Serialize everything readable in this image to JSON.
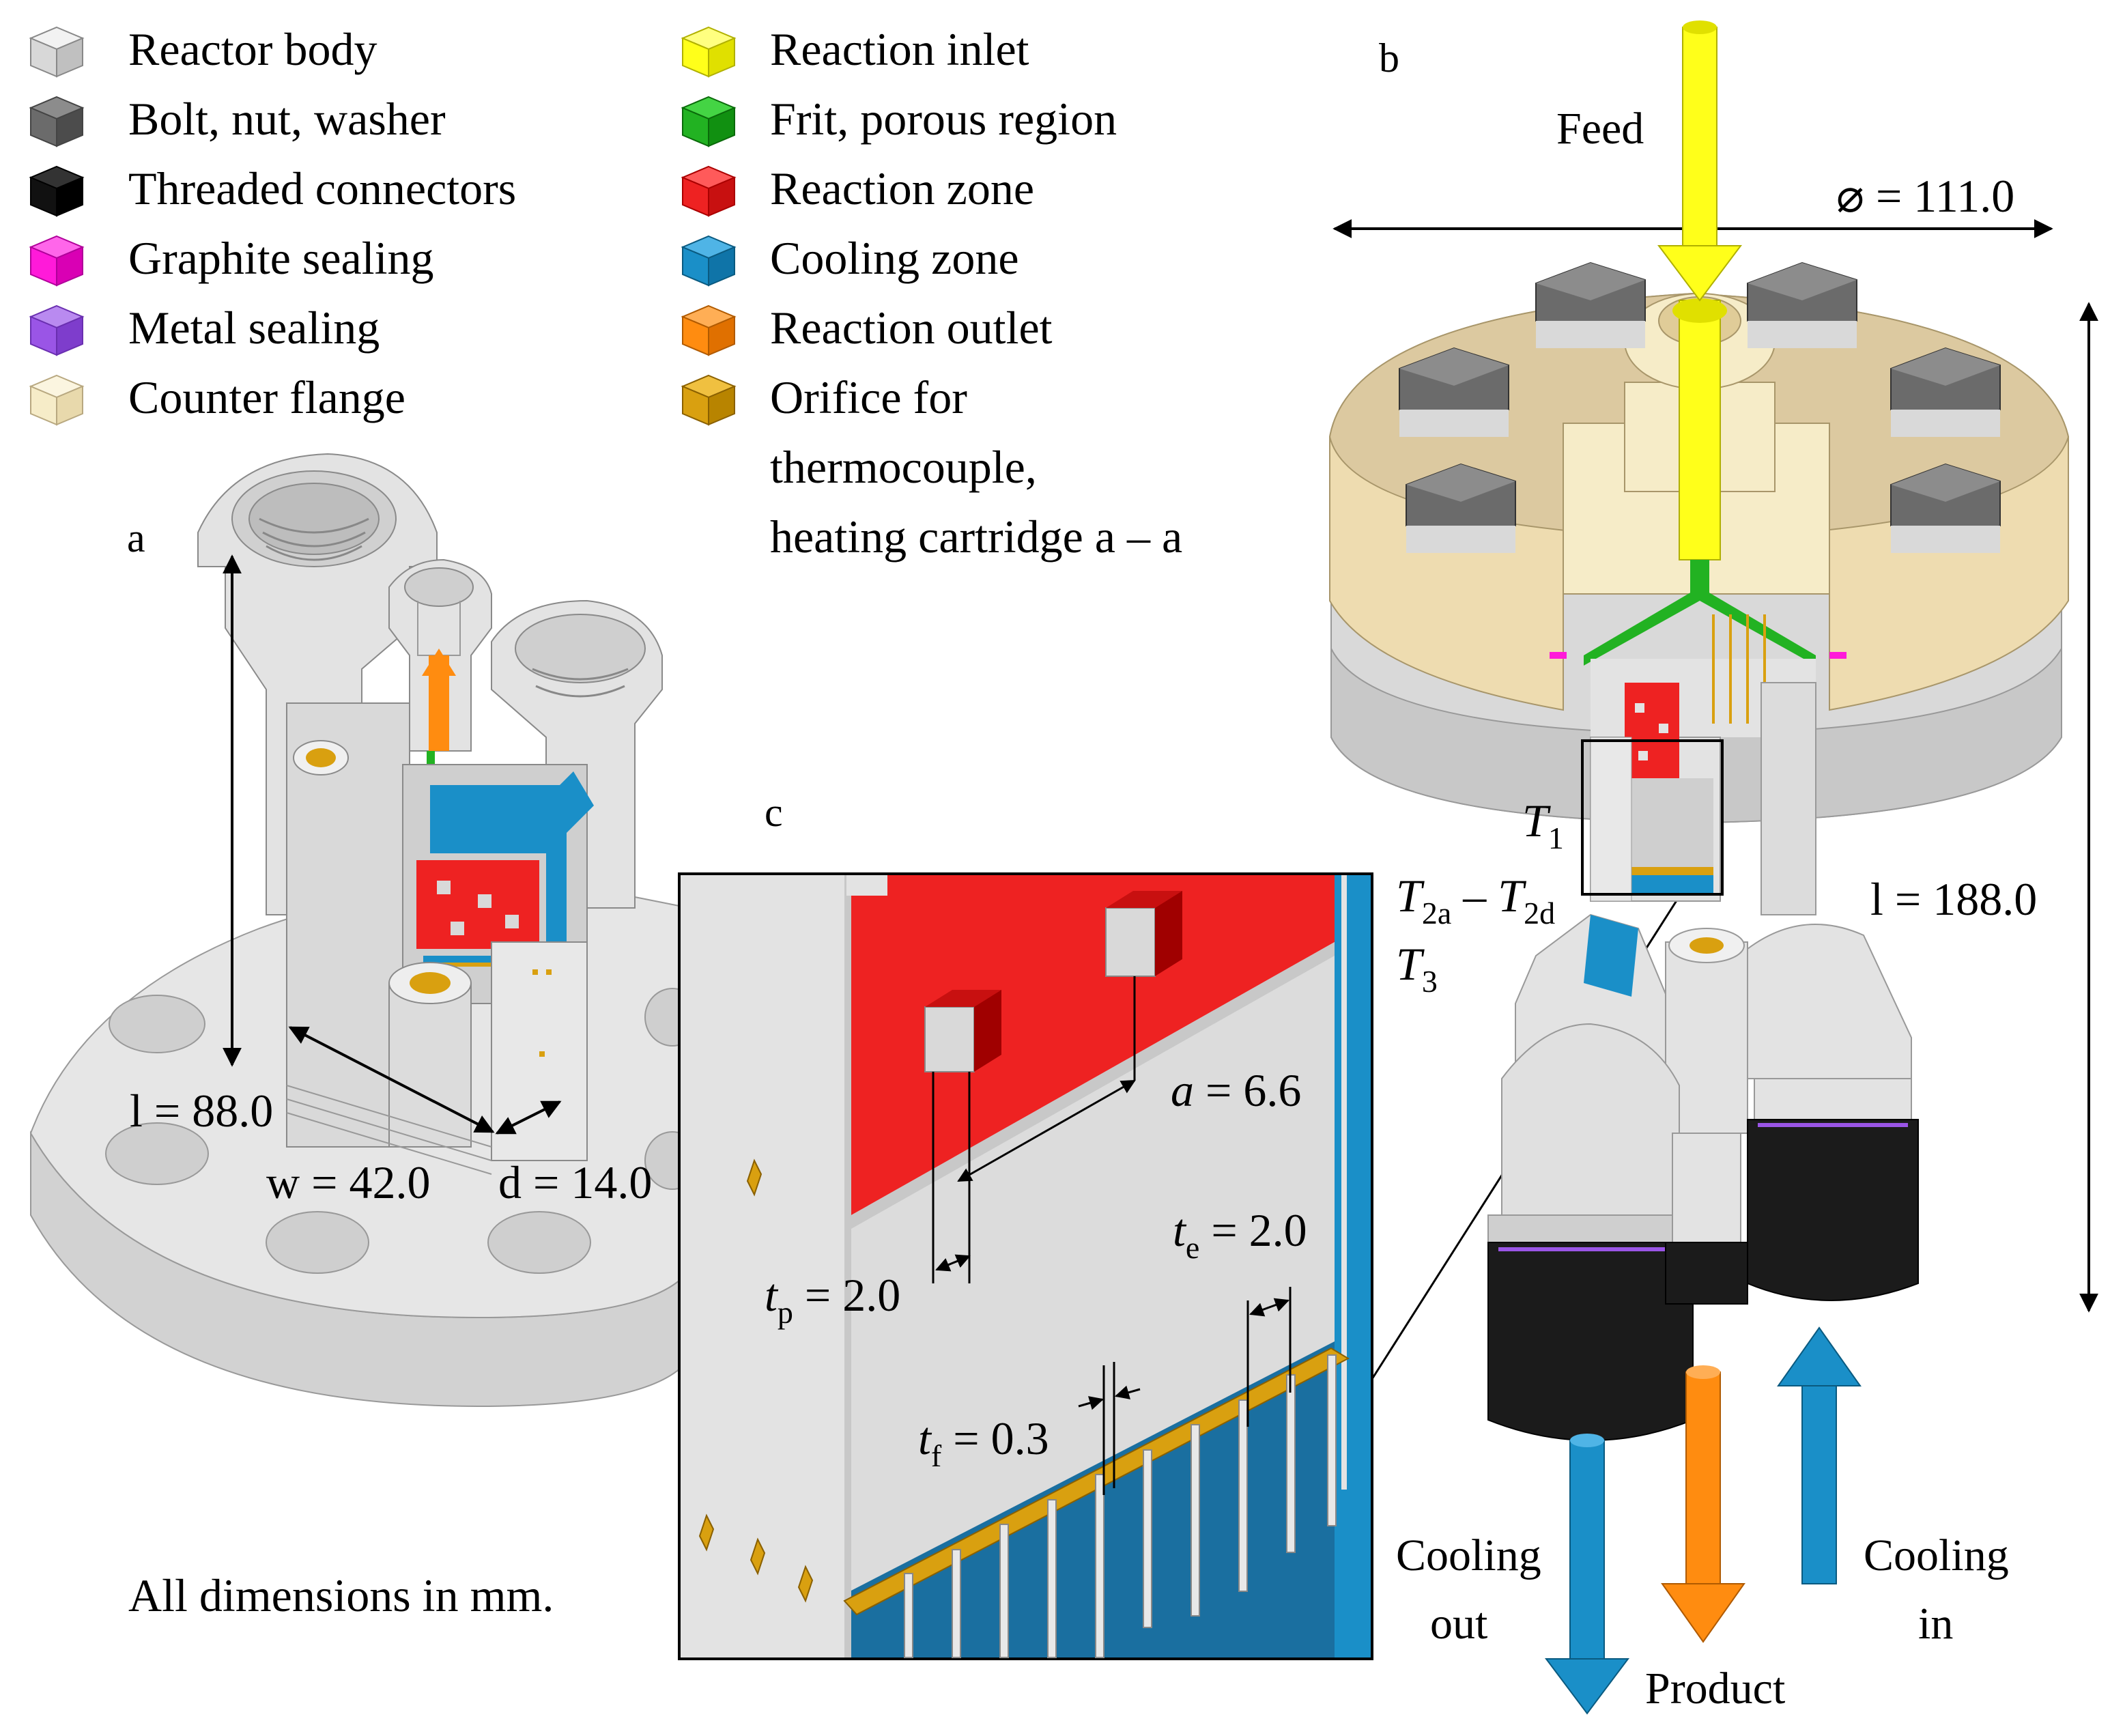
{
  "legend": {
    "col1": [
      {
        "label": "Reactor body",
        "color": "#e6e6e6",
        "icon": "cube-icon"
      },
      {
        "label": "Bolt, nut, washer",
        "color": "#6b6b6b",
        "icon": "cube-icon"
      },
      {
        "label": "Threaded connectors",
        "color": "#111111",
        "icon": "cube-icon"
      },
      {
        "label": "Graphite sealing",
        "color": "#ff1ad9",
        "icon": "cube-icon"
      },
      {
        "label": "Metal sealing",
        "color": "#9a55e6",
        "icon": "cube-icon"
      },
      {
        "label": "Counter flange",
        "color": "#f6ecc8",
        "icon": "cube-icon"
      }
    ],
    "col2": [
      {
        "label": "Reaction inlet",
        "color": "#ffff1a",
        "icon": "cube-icon"
      },
      {
        "label": "Frit, porous region",
        "color": "#22b222",
        "icon": "cube-icon"
      },
      {
        "label": "Reaction zone",
        "color": "#ee2222",
        "icon": "cube-icon"
      },
      {
        "label": "Cooling zone",
        "color": "#1a8fc8",
        "icon": "cube-icon"
      },
      {
        "label": "Reaction outlet",
        "color": "#ff8c10",
        "icon": "cube-icon"
      },
      {
        "label": "Orifice for",
        "color": "#d9a010",
        "icon": "cube-icon"
      }
    ],
    "orifice_line2": "thermocouple,",
    "orifice_line3": "heating cartridge a – a"
  },
  "panel_a": {
    "letter": "a",
    "length": "l = 88.0",
    "width": "w = 42.0",
    "depth": "d = 14.0"
  },
  "panel_b": {
    "letter": "b",
    "feed": "Feed",
    "diameter": "⌀ = 111.0",
    "length": "l = 188.0",
    "t1": "T",
    "t1_sub": "1",
    "t2a": "T",
    "t2a_sub": "2a",
    "t2_dash": " – ",
    "t2d": "T",
    "t2d_sub": "2d",
    "t3": "T",
    "t3_sub": "3",
    "cooling_out_1": "Cooling",
    "cooling_out_2": "out",
    "product": "Product",
    "cooling_in_1": "Cooling",
    "cooling_in_2": "in"
  },
  "panel_c": {
    "letter": "c",
    "a_var": "a",
    "a_val": " = 6.6",
    "tp_var": "t",
    "tp_sub": "p",
    "tp_val": " = 2.0",
    "te_var": "t",
    "te_sub": "e",
    "te_val": " = 2.0",
    "tf_var": "t",
    "tf_sub": "f",
    "tf_val": " = 0.3"
  },
  "footnote": "All dimensions in mm.",
  "colors": {
    "body": "#e3e3e3",
    "body_dark": "#c4c4c4",
    "bolt": "#6b6b6b",
    "flange": "#eedcb0",
    "inlet": "#ffff1a",
    "frit": "#22b222",
    "reaction": "#ee2222",
    "cooling": "#1a8fc8",
    "outlet": "#ff8c10",
    "orifice": "#d9a010",
    "connector": "#111111"
  }
}
